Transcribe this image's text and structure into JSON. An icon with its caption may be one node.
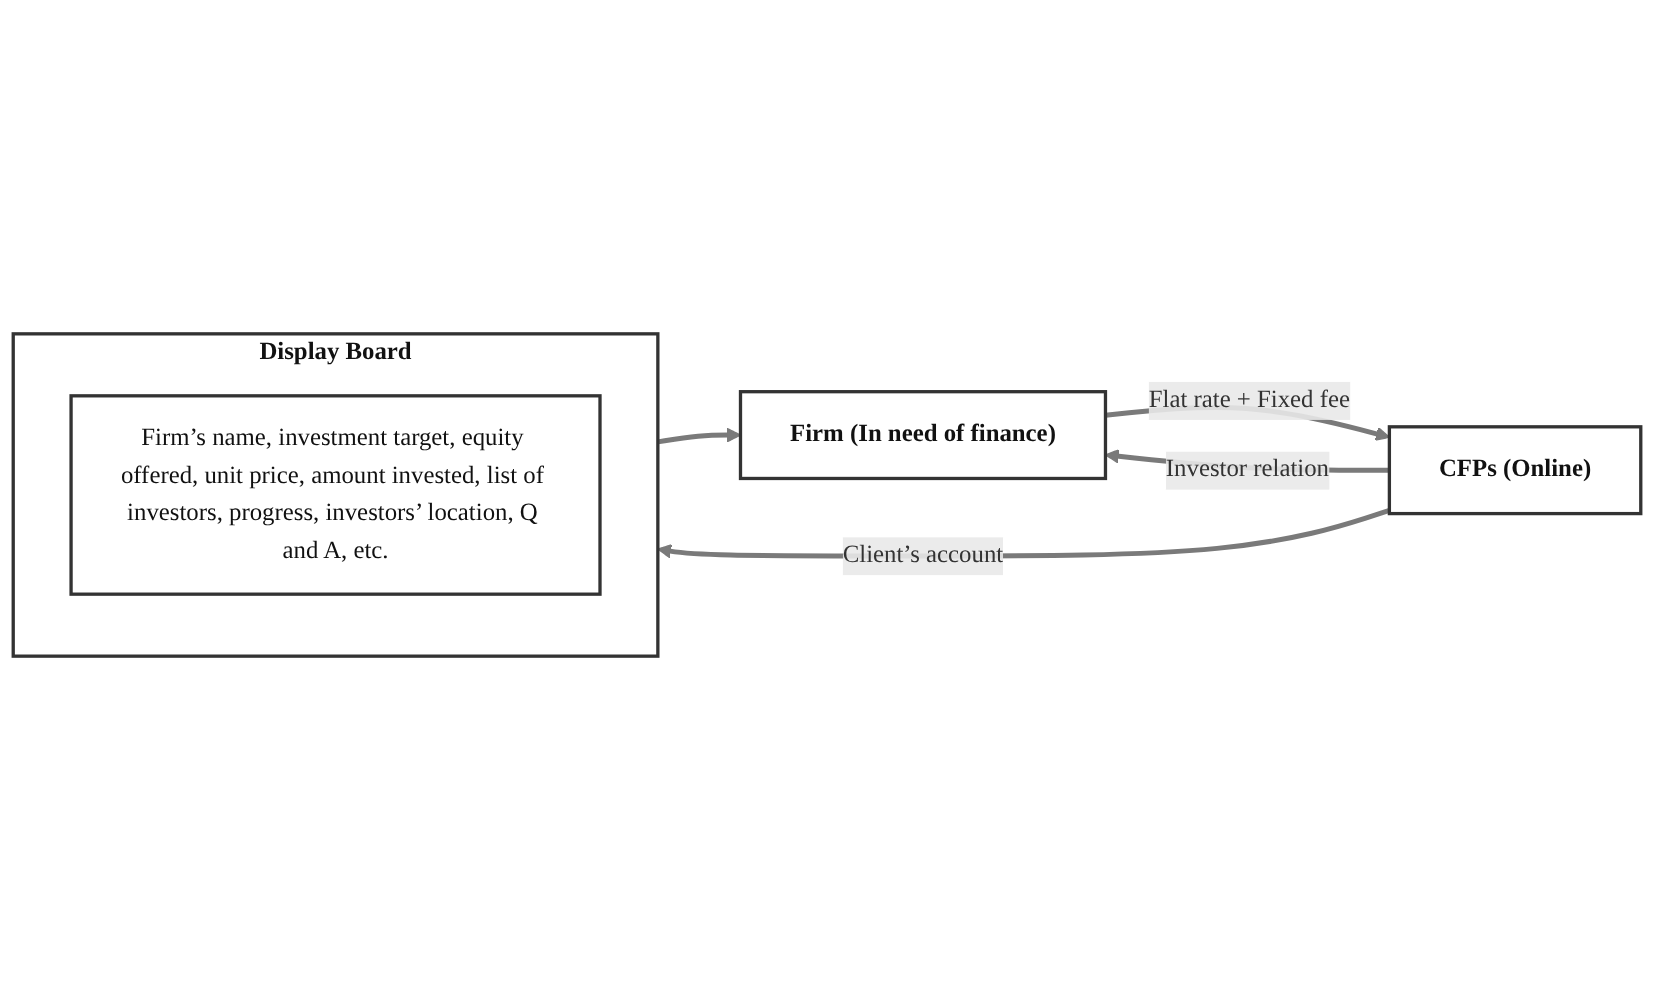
{
  "diagram": {
    "nodes": [
      {
        "text": [
          "Display Board"
        ]
      },
      {
        "text": [
          "Firm’s name, investment target, equity offered, unit price, amount invested, list of investors, progress, investors’ location, Q and A, etc."
        ],
        "in": 0
      },
      {
        "text": [
          "CFPs (Online)"
        ]
      },
      {
        "text": [
          "Firm (In need of finance)"
        ]
      }
    ],
    "edges": [
      {
        "from": 2,
        "to": 0,
        "arrow": "to",
        "label": "Client’s account"
      },
      {
        "from": 2,
        "to": 3,
        "arrow": "to",
        "label": "Investor relation"
      },
      {
        "from": 3,
        "to": 2,
        "arrow": "to",
        "label": "Flat rate + Fixed fee"
      },
      {
        "from": 0,
        "to": 3,
        "arrow": "to"
      }
    ]
  }
}
